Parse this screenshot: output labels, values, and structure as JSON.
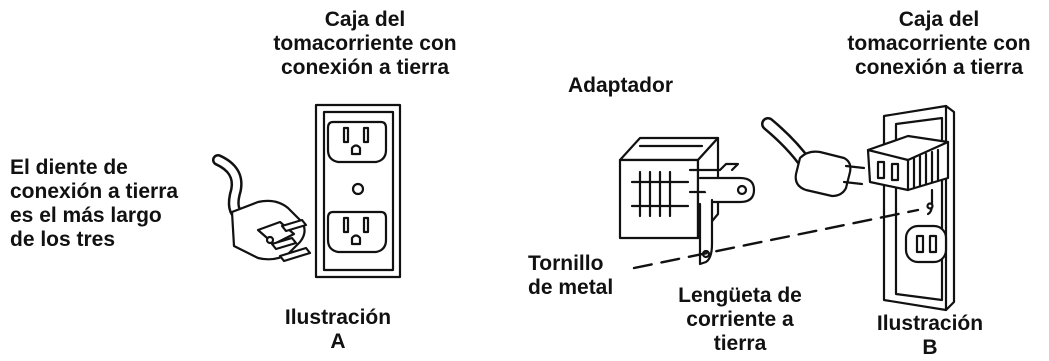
{
  "illustration_a": {
    "box_label": [
      "Caja del",
      "tomacorriente con",
      "conexión a tierra"
    ],
    "prong_label": [
      "El diente de",
      "conexión a tierra",
      "es el más largo",
      "de los tres"
    ],
    "caption": [
      "Ilustración",
      "A"
    ]
  },
  "illustration_b": {
    "adapter_label": "Adaptador",
    "box_label": [
      "Caja del",
      "tomacorriente con",
      "conexión a tierra"
    ],
    "screw_label": [
      "Tornillo",
      "de metal"
    ],
    "tab_label": [
      "Lengüeta de",
      "corriente a",
      "tierra"
    ],
    "caption": [
      "Ilustración",
      "B"
    ]
  },
  "colors": {
    "ink": "#111111",
    "background": "#ffffff"
  }
}
